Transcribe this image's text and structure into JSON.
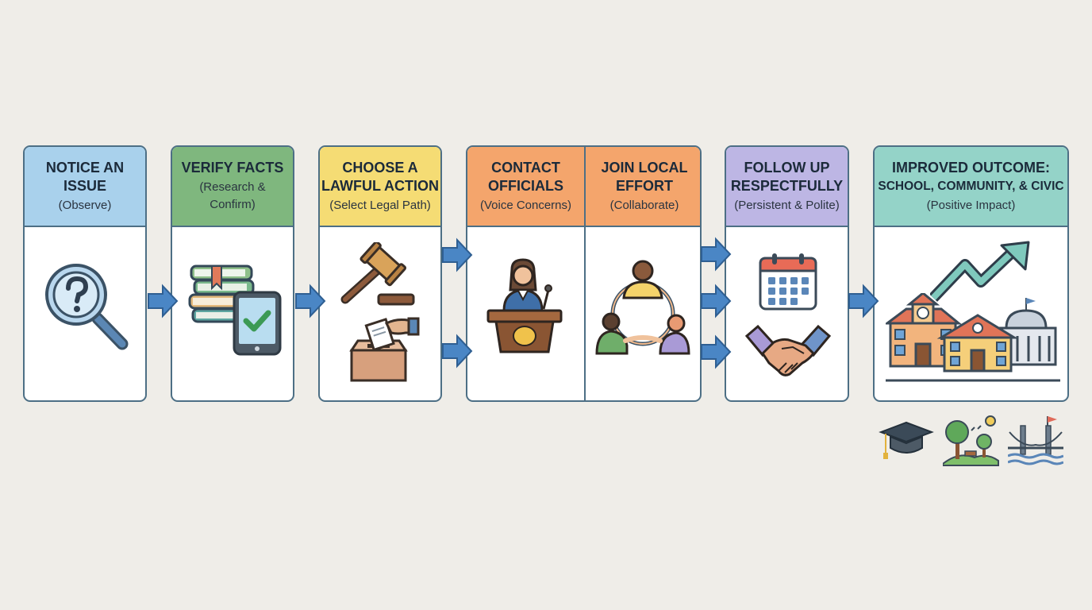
{
  "colors": {
    "border": "#4d6f85",
    "arrow": "#4a86c5",
    "notice": "#a9d1ec",
    "verify": "#7fb77e",
    "choose": "#f5dc74",
    "contact": "#f4a56c",
    "join": "#f4a56c",
    "follow": "#bdb6e4",
    "outcome": "#94d3c8"
  },
  "steps": {
    "notice": {
      "title_1": "NOTICE AN",
      "title_2": "ISSUE",
      "subtitle": "(Observe)"
    },
    "verify": {
      "title_1": "VERIFY FACTS",
      "subtitle_1": "(Research &",
      "subtitle_2": "Confirm)"
    },
    "choose": {
      "title_1": "CHOOSE A",
      "title_2": "LAWFUL ACTION",
      "subtitle": "(Select Legal Path)"
    },
    "contact": {
      "title_1": "CONTACT",
      "title_2": "OFFICIALS",
      "subtitle": "(Voice Concerns)"
    },
    "join": {
      "title_1": "JOIN LOCAL",
      "title_2": "EFFORT",
      "subtitle": "(Collaborate)"
    },
    "follow": {
      "title_1": "FOLLOW UP",
      "title_2": "RESPECTFULLY",
      "subtitle": "(Persistent & Polite)"
    },
    "outcome": {
      "title_1": "IMPROVED OUTCOME:",
      "title_2": "SCHOOL, COMMUNITY, & CIVIC",
      "subtitle": "(Positive Impact)"
    }
  },
  "icons": {
    "notice": "magnifying-glass-question-icon",
    "verify_books": "books-icon",
    "verify_tablet": "tablet-checkmark-icon",
    "choose_gavel": "gavel-icon",
    "choose_ballot": "ballot-box-icon",
    "contact": "speaker-podium-icon",
    "join": "people-circle-icon",
    "follow_calendar": "calendar-icon",
    "follow_handshake": "handshake-icon",
    "outcome_buildings": "civic-buildings-icon",
    "outcome_trend": "upward-trend-arrow-icon",
    "footer_school": "graduation-cap-icon",
    "footer_community": "park-trees-icon",
    "footer_civic": "bridge-icon"
  }
}
